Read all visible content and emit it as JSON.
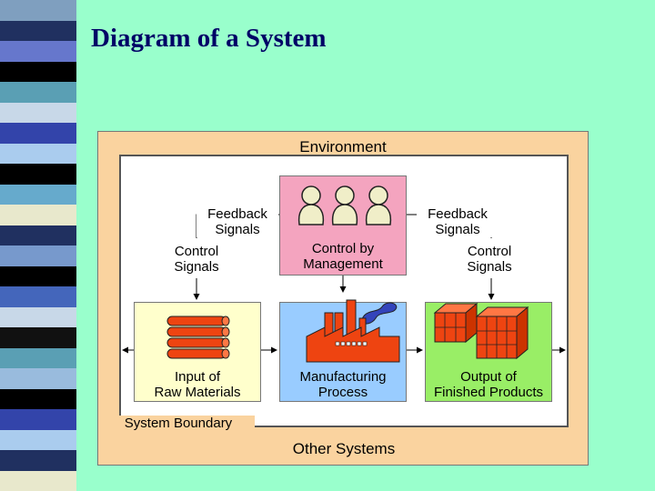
{
  "slide": {
    "title": "Diagram of a System"
  },
  "diagram": {
    "environment_label": "Environment",
    "other_systems_label": "Other Systems",
    "system_boundary_label": "System Boundary",
    "left_feedback": "Feedback\nSignals",
    "left_control": "Control\nSignals",
    "right_feedback": "Feedback\nSignals",
    "right_control": "Control\nSignals",
    "management_label": "Control by\nManagement",
    "input_label": "Input of\nRaw Materials",
    "process_label": "Manufacturing\nProcess",
    "output_label": "Output of\nFinished Products"
  },
  "colors": {
    "background": "#99ffcc",
    "title": "#000066",
    "environment": "#fad39f",
    "management_box": "#f4a4bf",
    "input_box": "#ffffcc",
    "process_box": "#99ccff",
    "output_box": "#99ee66",
    "material_red": "#ee4411",
    "smoke": "#3344bb"
  },
  "icons": [
    "people-icon",
    "logs-icon",
    "factory-icon",
    "crates-icon"
  ]
}
